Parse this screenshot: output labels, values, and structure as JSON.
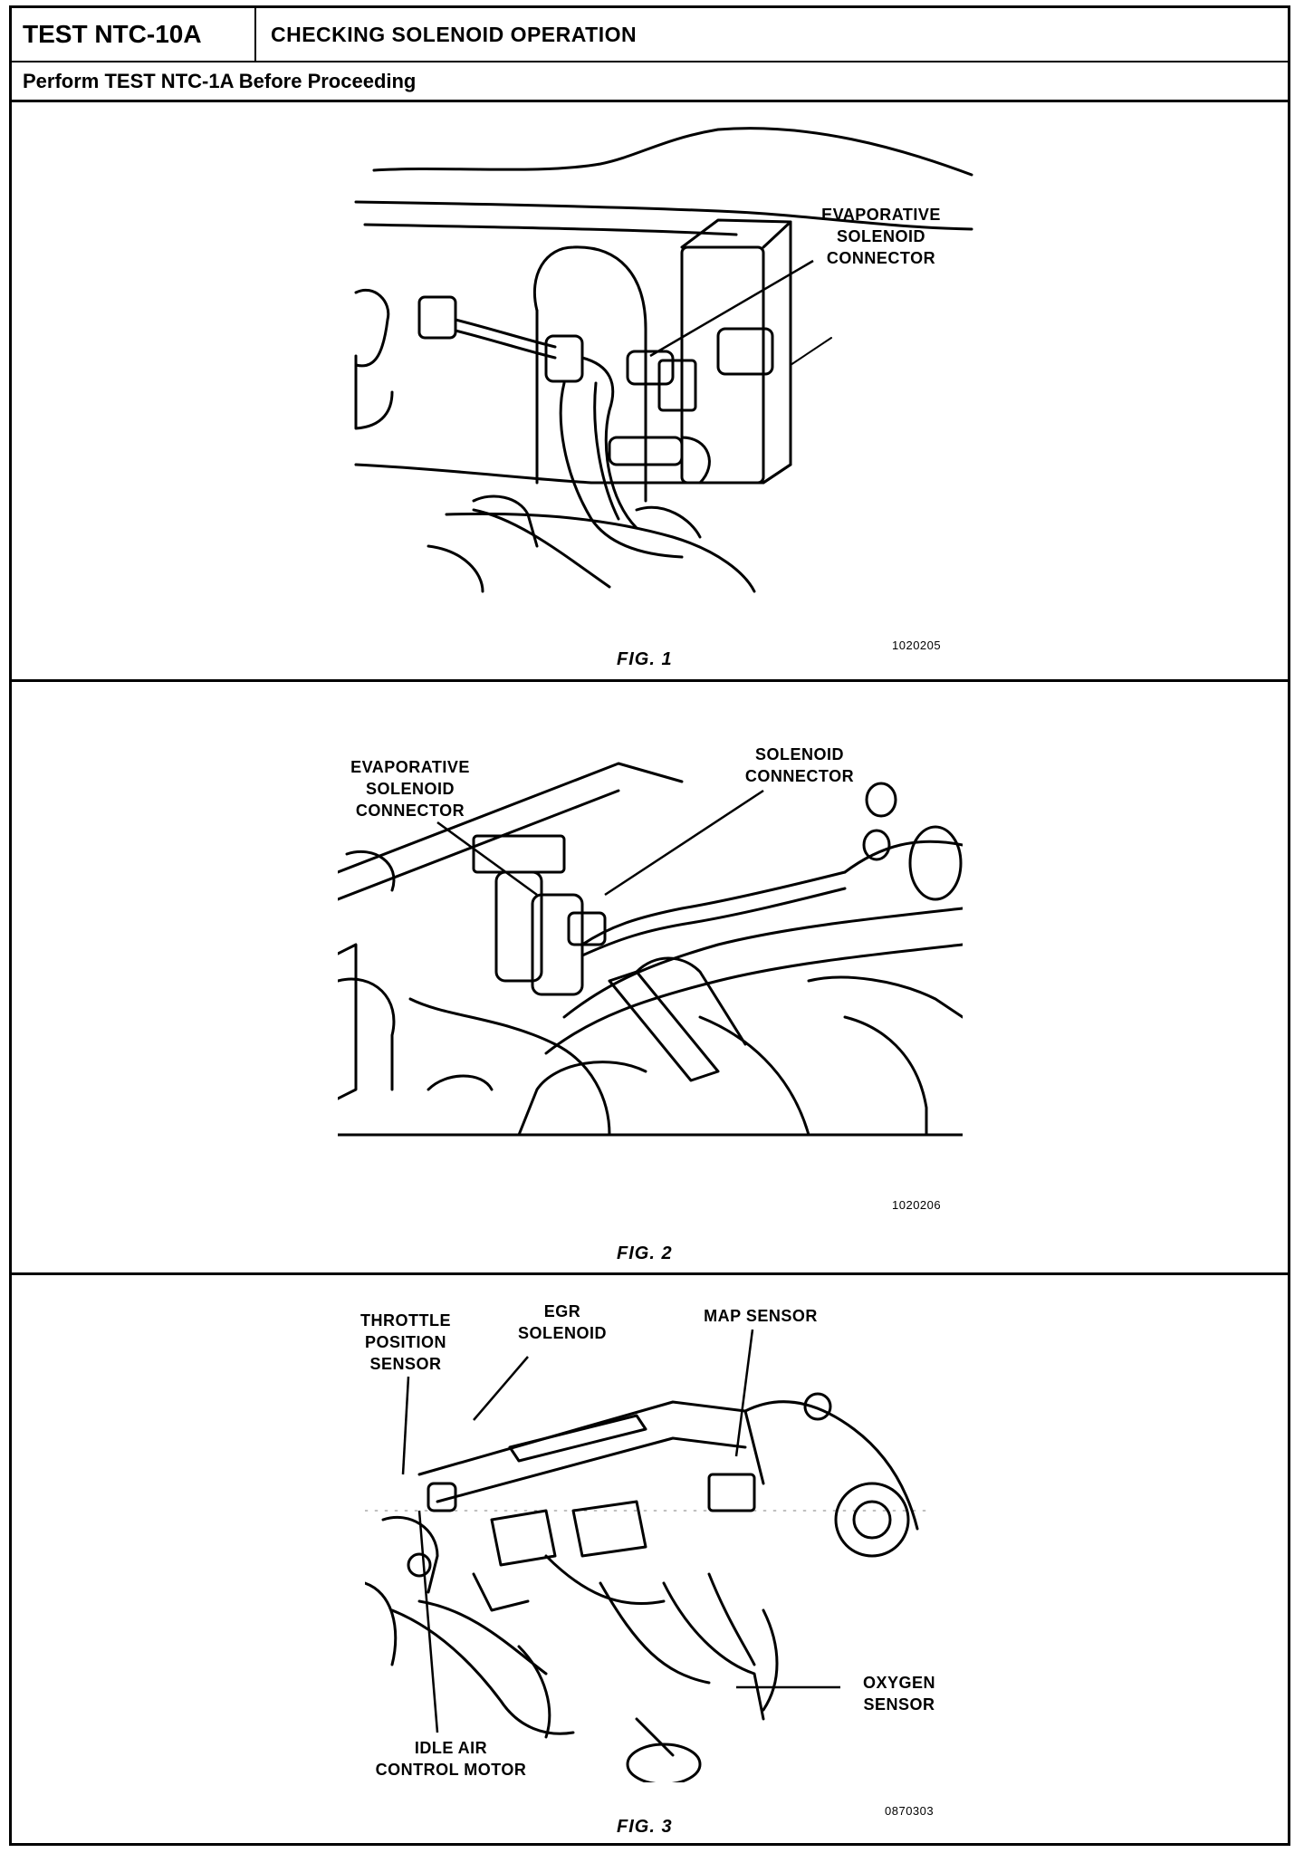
{
  "header": {
    "test_id": "TEST NTC-10A",
    "title": "CHECKING SOLENOID OPERATION",
    "instruction": "Perform TEST NTC-1A Before Proceeding"
  },
  "figures": [
    {
      "caption": "FIG. 1",
      "number": "1020205",
      "callouts": [
        "EVAPORATIVE\nSOLENOID\nCONNECTOR"
      ]
    },
    {
      "caption": "FIG. 2",
      "number": "1020206",
      "callouts": [
        "EVAPORATIVE\nSOLENOID\nCONNECTOR",
        "SOLENOID\nCONNECTOR"
      ]
    },
    {
      "caption": "FIG. 3",
      "number": "0870303",
      "callouts": [
        "THROTTLE\nPOSITION\nSENSOR",
        "EGR\nSOLENOID",
        "MAP SENSOR",
        "OXYGEN\nSENSOR",
        "IDLE AIR\nCONTROL MOTOR"
      ]
    }
  ]
}
